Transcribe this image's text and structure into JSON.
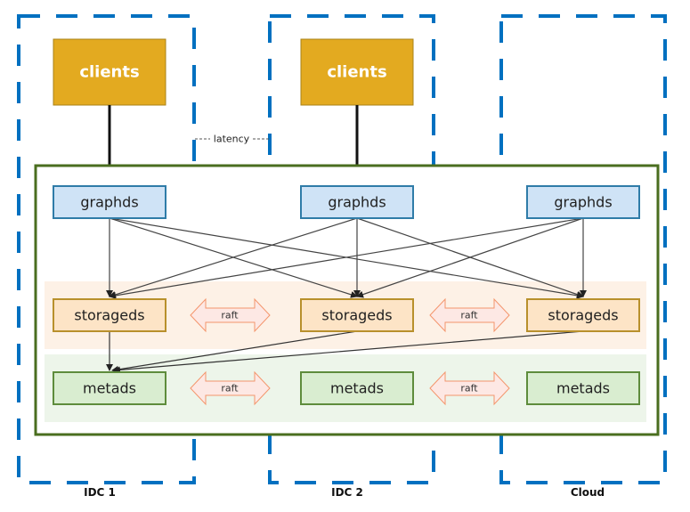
{
  "zones": [
    {
      "id": "idc1",
      "label": "IDC 1"
    },
    {
      "id": "idc2",
      "label": "IDC 2"
    },
    {
      "id": "cloud",
      "label": "Cloud"
    }
  ],
  "clients": [
    {
      "label": "clients",
      "zone": "idc1"
    },
    {
      "label": "clients",
      "zone": "idc2"
    }
  ],
  "latency_label": "latency",
  "layers": {
    "graphd": {
      "label": "graphds",
      "count": 3
    },
    "storaged": {
      "label": "storageds",
      "count": 3
    },
    "metad": {
      "label": "metads",
      "count": 3
    }
  },
  "raft_label": "raft",
  "colors": {
    "zone_border": "#0070c0",
    "cluster_border": "#4a6e1f",
    "client_fill": "#e3aa20",
    "client_border": "#a88318",
    "graphd_fill": "#cfe3f6",
    "graphd_border": "#2f7ca8",
    "storaged_fill": "#fde4c6",
    "storaged_border": "#b8902c",
    "storaged_band": "#fdf1e6",
    "metad_fill": "#d9edd0",
    "metad_border": "#5e8c3c",
    "metad_band": "#edf5ea",
    "raft_fill": "#fde8e4",
    "raft_border": "#f4956c",
    "edge": "#444444"
  }
}
